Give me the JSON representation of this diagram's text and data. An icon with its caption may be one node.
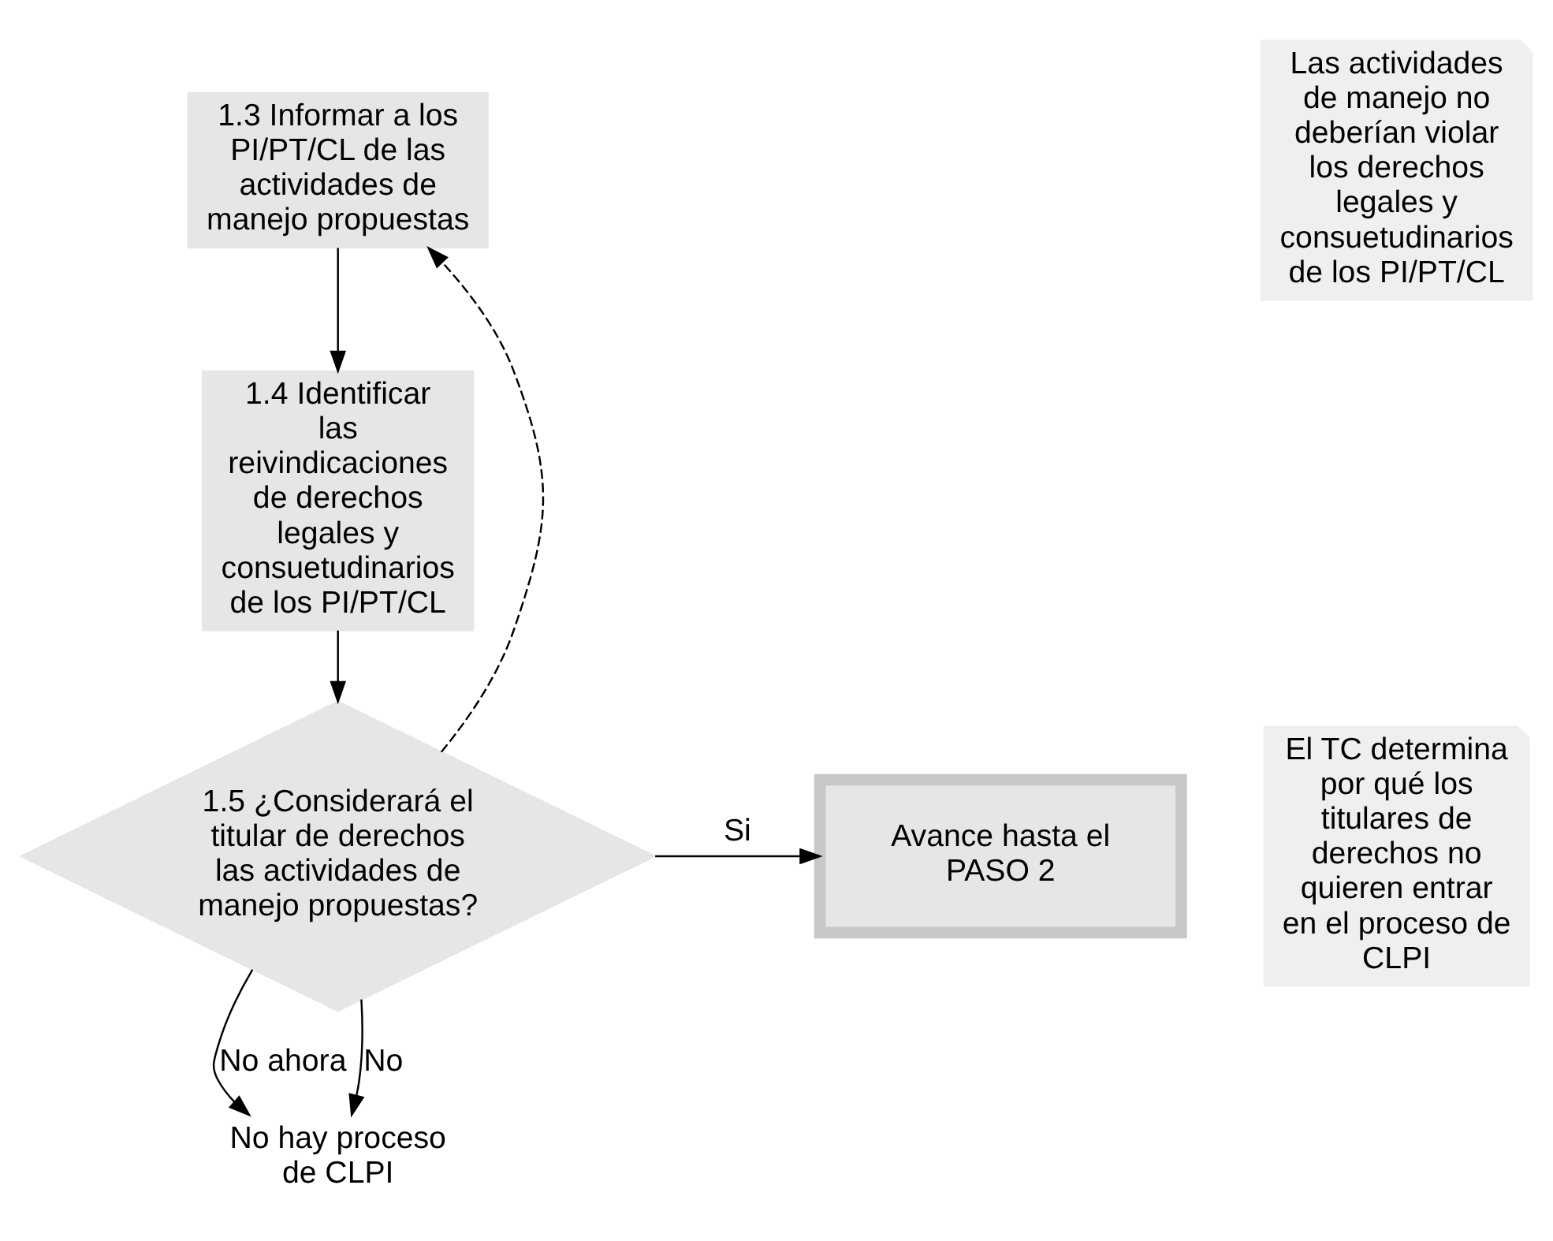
{
  "diagram": {
    "nodes": [
      {
        "text": [
          "1.3 Informar a los PI/PT/CL de las actividades de manejo propuestas"
        ]
      },
      {
        "text": [
          "1.4 Identificar las reivindicaciones de derechos legales y consuetudinarios de los PI/PT/CL"
        ]
      },
      {
        "text": [
          "1.5 ¿Considerará el titular de derechos las actividades de manejo propuestas?"
        ]
      },
      {
        "text": [
          "Avance hasta el PASO 2"
        ]
      },
      {
        "text": [
          "No hay proceso de CLPI"
        ]
      },
      {
        "text": [
          "Las actividades de manejo no deberían violar los derechos legales y consuetudinarios de los PI/PT/CL"
        ]
      },
      {
        "text": [
          "El TC determina por qué los titulares de derechos no quieren entrar en el proceso de CLPI"
        ]
      }
    ],
    "edges": [
      {
        "from": 0,
        "to": 1,
        "arrow": "to"
      },
      {
        "from": 1,
        "to": 2,
        "arrow": "to"
      },
      {
        "from": 2,
        "to": 3,
        "arrow": "to",
        "label": "Si"
      },
      {
        "from": 2,
        "to": 4,
        "arrow": "to",
        "label": "No ahora"
      },
      {
        "from": 2,
        "to": 0,
        "arrow": "to",
        "style": "dashed"
      },
      {
        "from": 2,
        "to": 4,
        "arrow": "to",
        "label": "No"
      }
    ]
  }
}
